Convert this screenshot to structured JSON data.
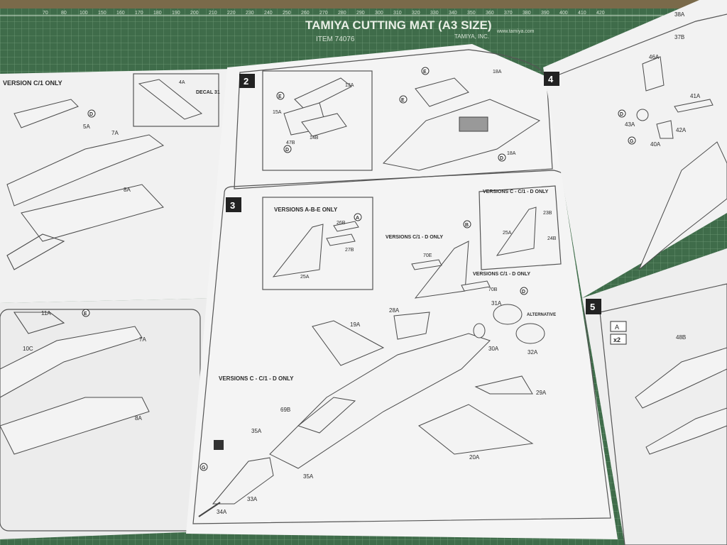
{
  "cutting_mat": {
    "brand_title": "TAMIYA CUTTING MAT (A3 SIZE)",
    "item": "ITEM 74076",
    "made_by": "TAMIYA, INC.",
    "website": "www.tamiya.com",
    "ruler_numbers": [
      "70",
      "80",
      "100",
      "150",
      "160",
      "170",
      "180",
      "190",
      "200",
      "210",
      "220",
      "230",
      "240",
      "250",
      "260",
      "270",
      "280",
      "290",
      "300",
      "310",
      "320",
      "330",
      "340",
      "350",
      "360",
      "370",
      "380",
      "390",
      "400",
      "410",
      "420"
    ],
    "colors": {
      "mat": "#3f6c4a",
      "grid": "#6f9a77",
      "paper": "#f1f1f1",
      "ink": "#2a2a2a"
    }
  },
  "instructions": {
    "left_page": {
      "header": "VERSION C/1 ONLY",
      "callouts": [
        "4A",
        "DECAL 31",
        "5A",
        "7A",
        "8A",
        "11A",
        "10C",
        "7A",
        "8A",
        "E",
        "D"
      ]
    },
    "step2": {
      "number": "2",
      "callouts": [
        "13A",
        "15A",
        "14B",
        "47B",
        "18A",
        "18A",
        "E",
        "E",
        "E",
        "D",
        "D"
      ]
    },
    "step3": {
      "number": "3",
      "version_abe": "VERSIONS A-B-E ONLY",
      "version_c_c1_d": "VERSIONS C - C/1 - D ONLY",
      "version_c1_d_a": "VERSIONS C/1 - D ONLY",
      "version_c1_d_b": "VERSIONS C/1 - D ONLY",
      "version_c_c1_d_b": "VERSIONS C - C/1 - D ONLY",
      "alternative": "ALTERNATIVE",
      "callouts": [
        "26B",
        "27B",
        "25A",
        "23B",
        "25A",
        "24B",
        "70E",
        "70B",
        "28A",
        "31A",
        "19A",
        "30A",
        "32A",
        "29A",
        "69B",
        "35A",
        "35A",
        "20A",
        "33A",
        "34A",
        "A",
        "B",
        "D",
        "G"
      ]
    },
    "step4": {
      "number": "4",
      "callouts": [
        "38A",
        "37B",
        "46A",
        "41A",
        "43A",
        "42A",
        "40A",
        "D",
        "G"
      ]
    },
    "step5": {
      "number": "5",
      "box_letter": "A",
      "box_qty": "x2",
      "callouts": [
        "48B"
      ]
    }
  }
}
